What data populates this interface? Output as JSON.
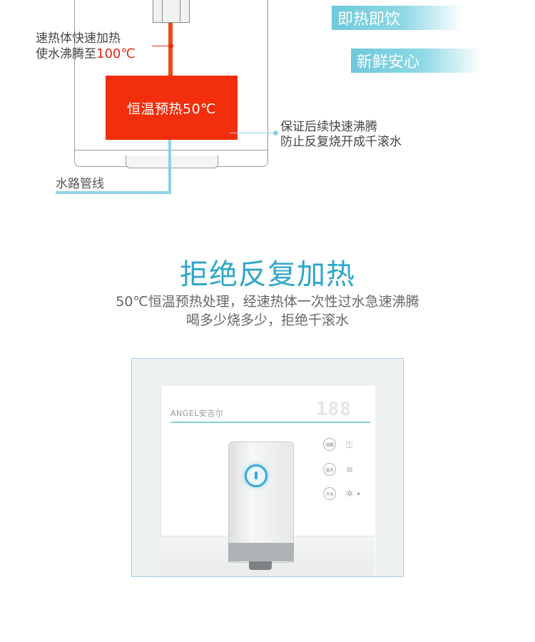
{
  "diagram": {
    "left_label_line1": "速热体快速加热",
    "left_label_line2_prefix": "使水沸腾至",
    "left_label_line2_temp": "100℃",
    "red_box_text": "恒温预热50℃",
    "right_label_line1": "保证后续快速沸腾",
    "right_label_line2": "防止反复烧开成千滚水",
    "water_label": "水路管线",
    "tag1": "即热即饮",
    "tag2": "新鲜安心"
  },
  "headline": {
    "title": "拒绝反复加热",
    "sub1": "50℃恒温预热处理，经速热体一次性过水急速沸腾",
    "sub2": "喝多少烧多少，拒绝千滚水"
  },
  "product": {
    "brand": "ANGEL安吉尔",
    "display": "188",
    "buttons": [
      "沸腾",
      "温水",
      "冷水"
    ]
  },
  "colors": {
    "accent_teal": "#2fa6c8",
    "heater_red": "#f22e0c",
    "pipe_blue": "#8fd0e6"
  }
}
